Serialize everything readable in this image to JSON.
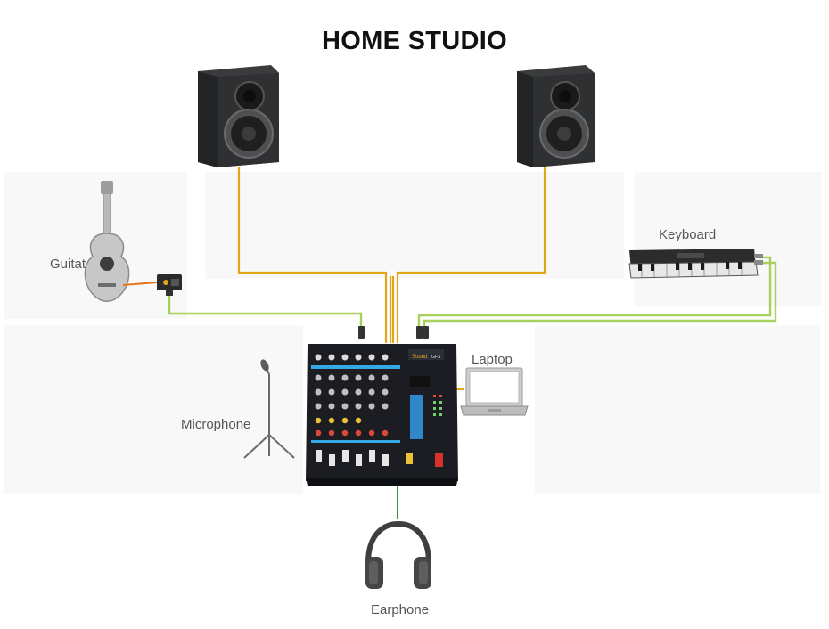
{
  "title": "HOME STUDIO",
  "devices": {
    "guitar": "Guitat",
    "keyboard": "Keyboard",
    "laptop": "Laptop",
    "microphone": "Microphone",
    "earphone": "Earphone"
  },
  "mixer": {
    "brand_mark": "Sound",
    "model_mark": "GFS"
  },
  "colors": {
    "speaker_cable": "#e2a418",
    "instrument_cable": "#a8d15c",
    "laptop_cable": "#e2a418",
    "headphone_cable": "#2f9a3f",
    "mixer_body": "#1b1d22",
    "mixer_accent": "#35a9e6",
    "background_panel": "#f7f7f7"
  },
  "icons": [
    "speaker-icon",
    "guitar-icon",
    "di-box-icon",
    "keyboard-icon",
    "mixer-icon",
    "laptop-icon",
    "microphone-icon",
    "headphones-icon"
  ]
}
